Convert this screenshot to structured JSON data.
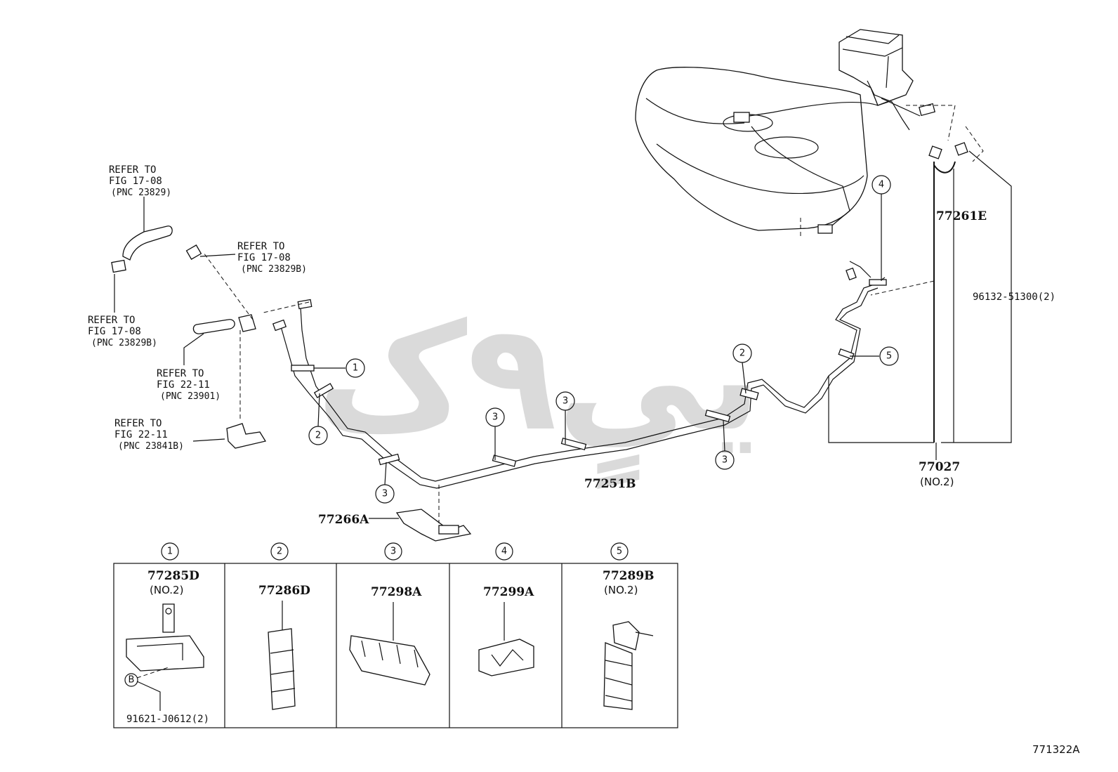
{
  "watermark": "ییٍ۹ک",
  "figure_code": "771322A",
  "refs": {
    "r1": {
      "line1": "REFER TO",
      "line2": "FIG 17-08",
      "line3": "(PNC 23829)"
    },
    "r2": {
      "line1": "REFER TO",
      "line2": "FIG 17-08",
      "line3": "(PNC 23829B)"
    },
    "r3": {
      "line1": "REFER TO",
      "line2": "FIG 17-08",
      "line3": "(PNC 23829B)"
    },
    "r4": {
      "line1": "REFER TO",
      "line2": "FIG 22-11",
      "line3": "(PNC 23901)"
    },
    "r5": {
      "line1": "REFER TO",
      "line2": "FIG 22-11",
      "line3": "(PNC 23841B)"
    }
  },
  "parts": {
    "p77261E": "77261E",
    "p96132": "96132-51300(2)",
    "p77027": "77027",
    "p77027_sub": "(NO.2)",
    "p77251B": "77251B",
    "p77266A": "77266A"
  },
  "callouts": [
    "1",
    "2",
    "3",
    "4",
    "5"
  ],
  "table": [
    {
      "num": "1",
      "part": "77285D",
      "sub": "(NO.2)",
      "bolt_letter": "B",
      "bolt": "91621-J0612(2)"
    },
    {
      "num": "2",
      "part": "77286D",
      "sub": ""
    },
    {
      "num": "3",
      "part": "77298A",
      "sub": ""
    },
    {
      "num": "4",
      "part": "77299A",
      "sub": ""
    },
    {
      "num": "5",
      "part": "77289B",
      "sub": "(NO.2)"
    }
  ]
}
